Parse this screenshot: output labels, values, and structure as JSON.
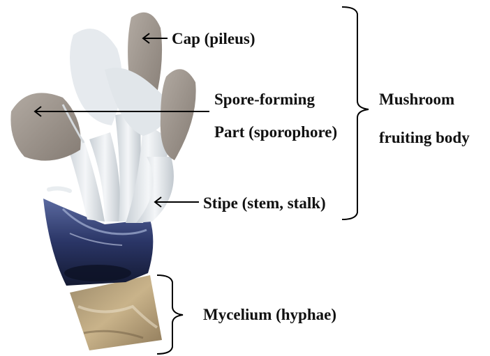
{
  "labels": {
    "cap": "Cap (pileus)",
    "spore_forming_line1": "Spore-forming",
    "spore_forming_line2": "Part (sporophore)",
    "stipe": "Stipe (stem, stalk)",
    "fruiting_body_line1": "Mushroom",
    "fruiting_body_line2": "fruiting body",
    "mycelium": "Mycelium (hyphae)"
  },
  "colors": {
    "background": "#ffffff",
    "text": "#111111",
    "arrow": "#000000",
    "mushroom_stem": "#e8ecef",
    "mushroom_cap": "#9c948c",
    "bag": "#2c3a70",
    "substrate": "#b49a72"
  }
}
